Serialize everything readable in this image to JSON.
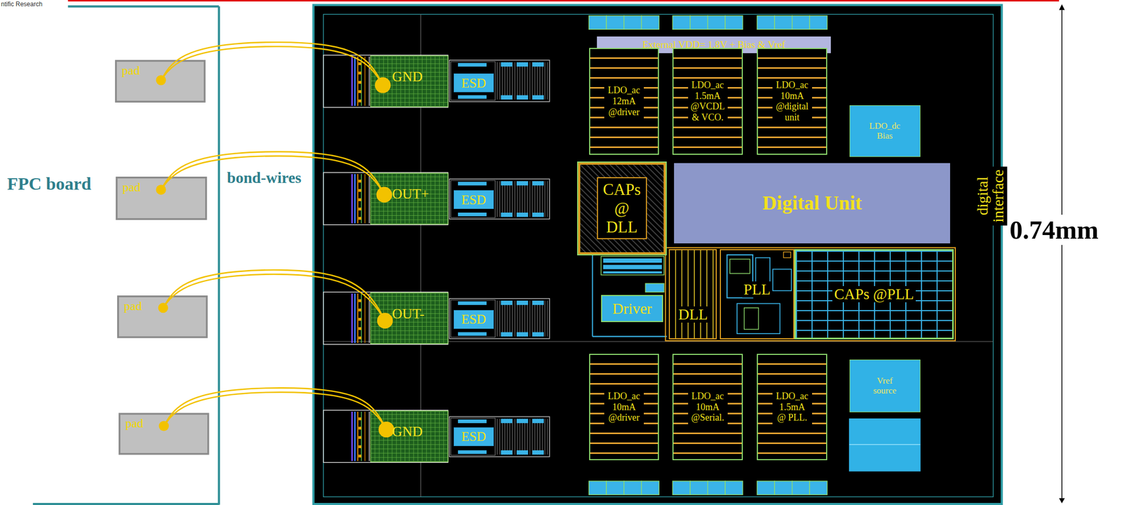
{
  "diagram": {
    "nodes": [
      {
        "text": [
          "FPC board"
        ]
      },
      {
        "text": [
          "pad"
        ],
        "in": 0
      },
      {
        "text": [
          "pad"
        ],
        "in": 0
      },
      {
        "text": [
          "pad"
        ],
        "in": 0
      },
      {
        "text": [
          "pad"
        ],
        "in": 0
      },
      {
        "text": [
          "GND"
        ]
      },
      {
        "text": [
          "ESD"
        ]
      },
      {
        "text": [
          "OUT+"
        ]
      },
      {
        "text": [
          "ESD"
        ]
      },
      {
        "text": [
          "OUT-"
        ]
      },
      {
        "text": [
          "ESD"
        ]
      },
      {
        "text": [
          "GND"
        ]
      },
      {
        "text": [
          "ESD"
        ]
      },
      {
        "text": [
          "External VDD= 1.8V + Bias & Vref"
        ]
      },
      {
        "text": [
          "LDO_ac 12mA @driver"
        ]
      },
      {
        "text": [
          "LDO_ac 1.5mA @VCDL & VCO."
        ]
      },
      {
        "text": [
          "LDO_ac 10mA @digital unit"
        ]
      },
      {
        "text": [
          "LDO_dc Bias"
        ]
      },
      {
        "text": [
          "CAPs @ DLL"
        ]
      },
      {
        "text": [
          "Digital Unit"
        ]
      },
      {
        "text": [
          "Driver"
        ]
      },
      {
        "text": [
          "DLL"
        ]
      },
      {
        "text": [
          "PLL"
        ]
      },
      {
        "text": [
          "CAPs @PLL"
        ]
      },
      {
        "text": [
          "LDO_ac 10mA @driver"
        ]
      },
      {
        "text": [
          "LDO_ac 10mA @Serial."
        ]
      },
      {
        "text": [
          "LDO_ac 1.5mA @ PLL."
        ]
      },
      {
        "text": [
          "Vref source"
        ]
      }
    ],
    "edges": [
      {
        "from": 1,
        "to": 5,
        "arrow": "none"
      },
      {
        "from": 2,
        "to": 7,
        "arrow": "none"
      },
      {
        "from": 3,
        "to": 9,
        "arrow": "none"
      },
      {
        "from": 4,
        "to": 11,
        "arrow": "none"
      }
    ],
    "labels": [
      "ntific Research",
      "bond-wires",
      "digital interface",
      "0.74mm"
    ]
  }
}
